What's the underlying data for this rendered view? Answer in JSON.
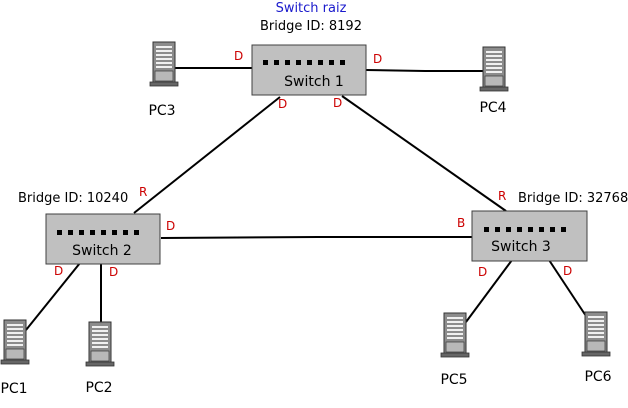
{
  "root_label": "Switch raiz",
  "colors": {
    "root_label": "#1a1acc",
    "port_label": "#cc0000",
    "switch_fill": "#c0c0c0",
    "switch_border": "#404040",
    "pc_fill": "#9a9a9a"
  },
  "switches": {
    "sw1": {
      "name": "Switch 1",
      "bridge_id": "Bridge ID: 8192"
    },
    "sw2": {
      "name": "Switch 2",
      "bridge_id": "Bridge ID: 10240"
    },
    "sw3": {
      "name": "Switch 3",
      "bridge_id": "Bridge ID: 32768"
    }
  },
  "pcs": {
    "pc1": "PC1",
    "pc2": "PC2",
    "pc3": "PC3",
    "pc4": "PC4",
    "pc5": "PC5",
    "pc6": "PC6"
  },
  "ports": {
    "sw1_pc3": "D",
    "sw1_pc4": "D",
    "sw1_sw2": "D",
    "sw1_sw3": "D",
    "sw2_sw1": "R",
    "sw2_sw3": "D",
    "sw2_pc1": "D",
    "sw2_pc2": "D",
    "sw3_sw1": "R",
    "sw3_sw2": "B",
    "sw3_pc5": "D",
    "sw3_pc6": "D"
  },
  "icons": {
    "switch": "network-switch-icon",
    "pc": "tower-computer-icon"
  }
}
